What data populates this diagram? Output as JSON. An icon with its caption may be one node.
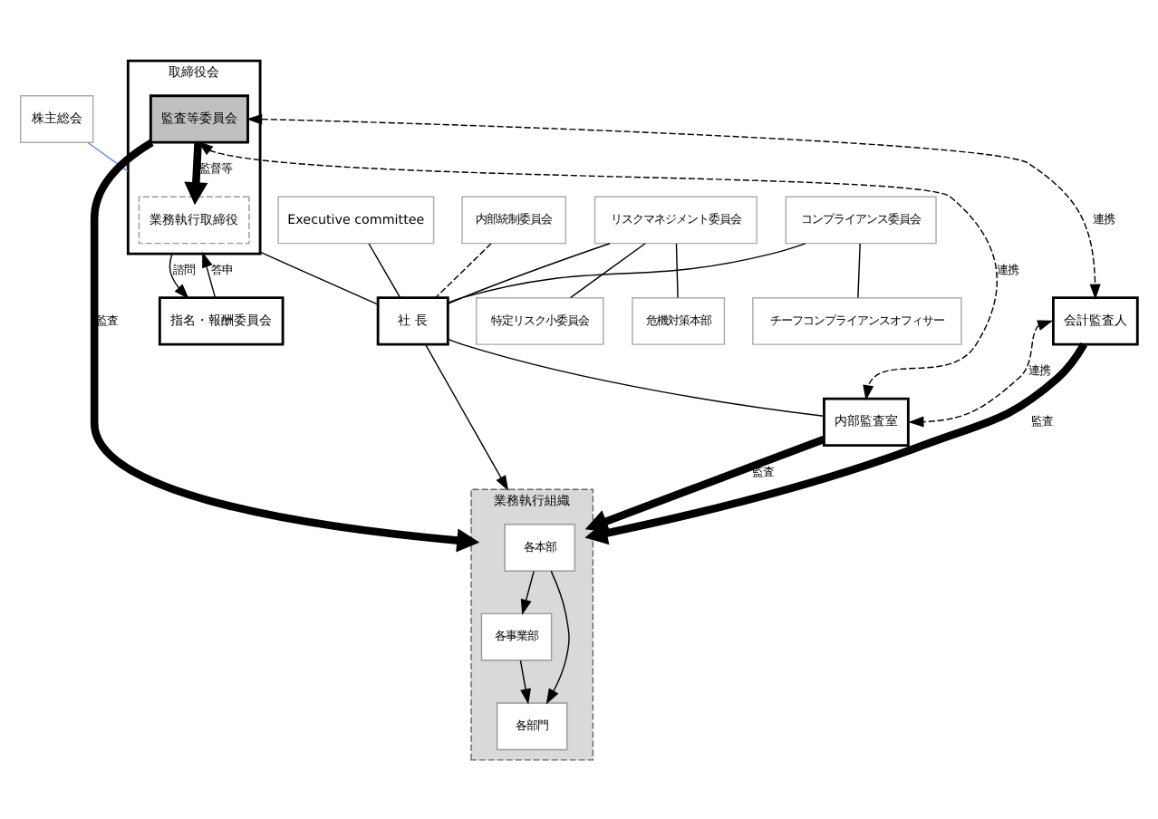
{
  "diagram": {
    "nodes": [
      {
        "text": [
          "株主総会"
        ]
      },
      {
        "text": [
          "取締役会"
        ]
      },
      {
        "text": [
          "業務執行取締役"
        ],
        "in": 1
      },
      {
        "text": [
          "監査等委員会"
        ],
        "in": 1
      },
      {
        "text": [
          "指名・報酬委員会"
        ]
      },
      {
        "text": [
          "Executive committee"
        ]
      },
      {
        "text": [
          "社 長"
        ]
      },
      {
        "text": [
          "内部統制委員会"
        ]
      },
      {
        "text": [
          "リスクマネジメント委員会"
        ]
      },
      {
        "text": [
          "特定リスク小委員会"
        ]
      },
      {
        "text": [
          "危機対策本部"
        ]
      },
      {
        "text": [
          "コンプライアンス委員会"
        ]
      },
      {
        "text": [
          "チーフコンプライアンスオフィサー"
        ]
      },
      {
        "text": [
          "内部監査室"
        ]
      },
      {
        "text": [
          "会計監査人"
        ]
      },
      {
        "text": [
          "業務執行組織"
        ]
      },
      {
        "text": [
          "各本部"
        ],
        "in": 15
      },
      {
        "text": [
          "各事業部"
        ],
        "in": 15
      },
      {
        "text": [
          "各部門"
        ],
        "in": 15
      }
    ],
    "edges": [
      {
        "from": 0,
        "to": 1,
        "arrow": "none",
        "color": "#5b8fd0"
      },
      {
        "from": 3,
        "to": 2,
        "arrow": "to",
        "label": "監督等",
        "style": "thick"
      },
      {
        "from": 1,
        "to": 4,
        "arrow": "to",
        "label": "諮問"
      },
      {
        "from": 4,
        "to": 1,
        "arrow": "to",
        "label": "答申"
      },
      {
        "from": 1,
        "to": 6,
        "arrow": "none"
      },
      {
        "from": 5,
        "to": 6,
        "arrow": "none"
      },
      {
        "from": 6,
        "to": 15,
        "arrow": "to"
      },
      {
        "from": 7,
        "to": 6,
        "arrow": "none",
        "style": "dashed"
      },
      {
        "from": 8,
        "to": 6,
        "arrow": "none"
      },
      {
        "from": 11,
        "to": 6,
        "arrow": "none"
      },
      {
        "from": 8,
        "to": 9,
        "arrow": "none"
      },
      {
        "from": 8,
        "to": 10,
        "arrow": "none"
      },
      {
        "from": 11,
        "to": 12,
        "arrow": "none"
      },
      {
        "from": 6,
        "to": 13,
        "arrow": "none"
      },
      {
        "from": 3,
        "to": 13,
        "arrow": "both",
        "label": "連携",
        "style": "dashed"
      },
      {
        "from": 3,
        "to": 14,
        "arrow": "both",
        "label": "連携",
        "style": "dashed"
      },
      {
        "from": 14,
        "to": 13,
        "arrow": "both",
        "label": "連携",
        "style": "dashed"
      },
      {
        "from": 13,
        "to": 15,
        "arrow": "to",
        "label": "監査",
        "style": "thick"
      },
      {
        "from": 3,
        "to": 15,
        "arrow": "to",
        "label": "監査",
        "style": "thick"
      },
      {
        "from": 14,
        "to": 15,
        "arrow": "to",
        "label": "監査",
        "style": "thick"
      },
      {
        "from": 16,
        "to": 17,
        "arrow": "to"
      },
      {
        "from": 16,
        "to": 18,
        "arrow": "to"
      },
      {
        "from": 17,
        "to": 18,
        "arrow": "to"
      }
    ]
  }
}
